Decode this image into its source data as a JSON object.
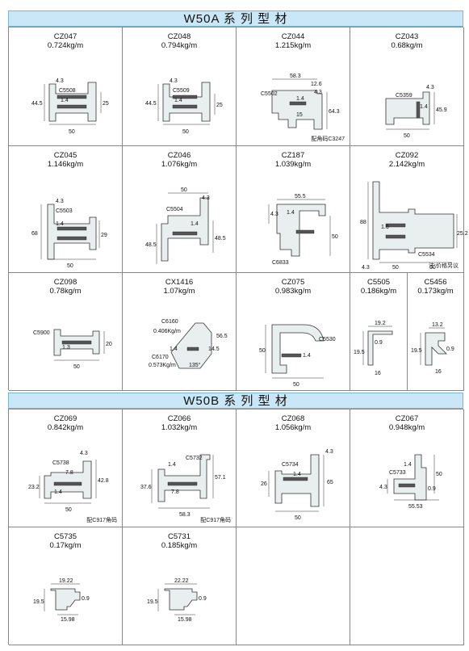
{
  "sections": [
    {
      "title": "W50A 系 列 型 材",
      "rows": [
        [
          {
            "code": "CZ047",
            "weight": "0.724kg/m",
            "labels": [
              "4.3",
              "C5508",
              "1.4",
              "44.5",
              "25",
              "50"
            ],
            "note": ""
          },
          {
            "code": "CZ048",
            "weight": "0.794kg/m",
            "labels": [
              "4.3",
              "C5509",
              "1.4",
              "44.5",
              "25",
              "50"
            ],
            "note": ""
          },
          {
            "code": "CZ044",
            "weight": "1.215kg/m",
            "labels": [
              "58.3",
              "12.6",
              "4.3",
              "C5502",
              "1.4",
              "15",
              "64.3"
            ],
            "note": "配角码C3247"
          },
          {
            "code": "CZ043",
            "weight": "0.68kg/m",
            "labels": [
              "4.3",
              "C5359",
              "1.4",
              "45.9",
              "50"
            ],
            "note": ""
          }
        ],
        [
          {
            "code": "CZ045",
            "weight": "1.146kg/m",
            "labels": [
              "4.3",
              "C5503",
              "1.4",
              "68",
              "29",
              "50"
            ],
            "note": ""
          },
          {
            "code": "CZ046",
            "weight": "1.076kg/m",
            "labels": [
              "50",
              "4.3",
              "C5504",
              "1.4",
              "48.5",
              "48.5"
            ],
            "note": ""
          },
          {
            "code": "CZ187",
            "weight": "1.039kg/m",
            "labels": [
              "55.5",
              "4.3",
              "1.4",
              "50",
              "C6833"
            ],
            "note": ""
          },
          {
            "code": "CZ092",
            "weight": "2.142kg/m",
            "labels": [
              "88",
              "1.6",
              "25.2",
              "C5534",
              "4.3",
              "50",
              "50"
            ],
            "note": "注:价格另议"
          }
        ],
        [
          {
            "code": "CZ098",
            "weight": "0.78kg/m",
            "labels": [
              "C5900",
              "1.3",
              "20",
              "50"
            ],
            "note": ""
          },
          {
            "code": "CX1416",
            "weight": "1.07kg/m",
            "labels": [
              "C6160",
              "0.406Kg/m",
              "56.5",
              "14.5",
              "1.4",
              "C6170",
              "0.573Kg/m",
              "135°"
            ],
            "note": ""
          },
          {
            "code": "CZ075",
            "weight": "0.983kg/m",
            "labels": [
              "50",
              "C5530",
              "1.4",
              "50"
            ],
            "note": ""
          },
          {
            "code": "C5505",
            "weight": "0.186kg/m",
            "labels": [
              "19.2",
              "0.9",
              "19.5",
              "16"
            ],
            "note": ""
          },
          {
            "code": "C5456",
            "weight": "0.173kg/m",
            "labels": [
              "13.2",
              "19.5",
              "0.9",
              "16"
            ],
            "note": ""
          }
        ]
      ]
    },
    {
      "title": "W50B 系 列 型 材",
      "rows": [
        [
          {
            "code": "CZ069",
            "weight": "0.842kg/m",
            "labels": [
              "4.3",
              "C5738",
              "7.8",
              "23.2",
              "1.4",
              "42.8",
              "50"
            ],
            "note": "配C917角码"
          },
          {
            "code": "CZ066",
            "weight": "1.032kg/m",
            "labels": [
              "C5732",
              "1.4",
              "7.8",
              "37.6",
              "57.1",
              "58.3"
            ],
            "note": "配C917角码"
          },
          {
            "code": "CZ068",
            "weight": "1.056kg/m",
            "labels": [
              "4.3",
              "C5734",
              "1.4",
              "26",
              "65",
              "50"
            ],
            "note": ""
          },
          {
            "code": "CZ067",
            "weight": "0.948kg/m",
            "labels": [
              "1.4",
              "C5733",
              "4.3",
              "50",
              "0.9",
              "55.53"
            ],
            "note": ""
          }
        ],
        [
          {
            "code": "C5735",
            "weight": "0.17kg/m",
            "labels": [
              "19.22",
              "19.5",
              "0.9",
              "15.98"
            ],
            "note": ""
          },
          {
            "code": "C5731",
            "weight": "0.185kg/m",
            "labels": [
              "22.22",
              "19.5",
              "0.9",
              "15.98"
            ],
            "note": ""
          },
          {
            "code": "",
            "weight": "",
            "labels": [],
            "note": ""
          },
          {
            "code": "",
            "weight": "",
            "labels": [],
            "note": ""
          }
        ]
      ]
    }
  ]
}
